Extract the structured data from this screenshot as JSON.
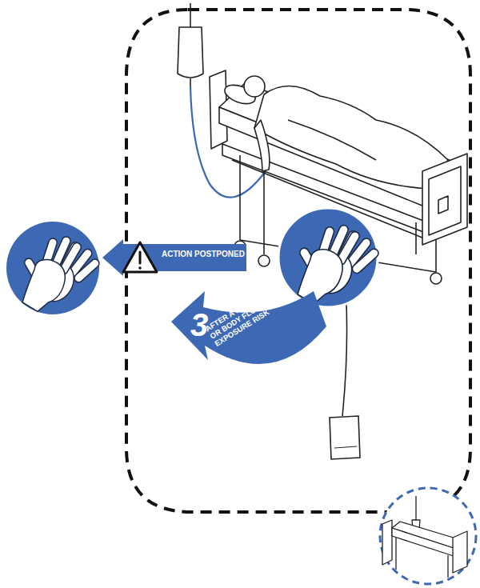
{
  "diagram": {
    "nodes": [
      {
        "text": [
          "ACTION POSTPONED"
        ]
      },
      {
        "text": [
          "3",
          "AFTER A PROCEDURE OR BODY FLUID EXPOSURE RISK"
        ]
      }
    ]
  }
}
